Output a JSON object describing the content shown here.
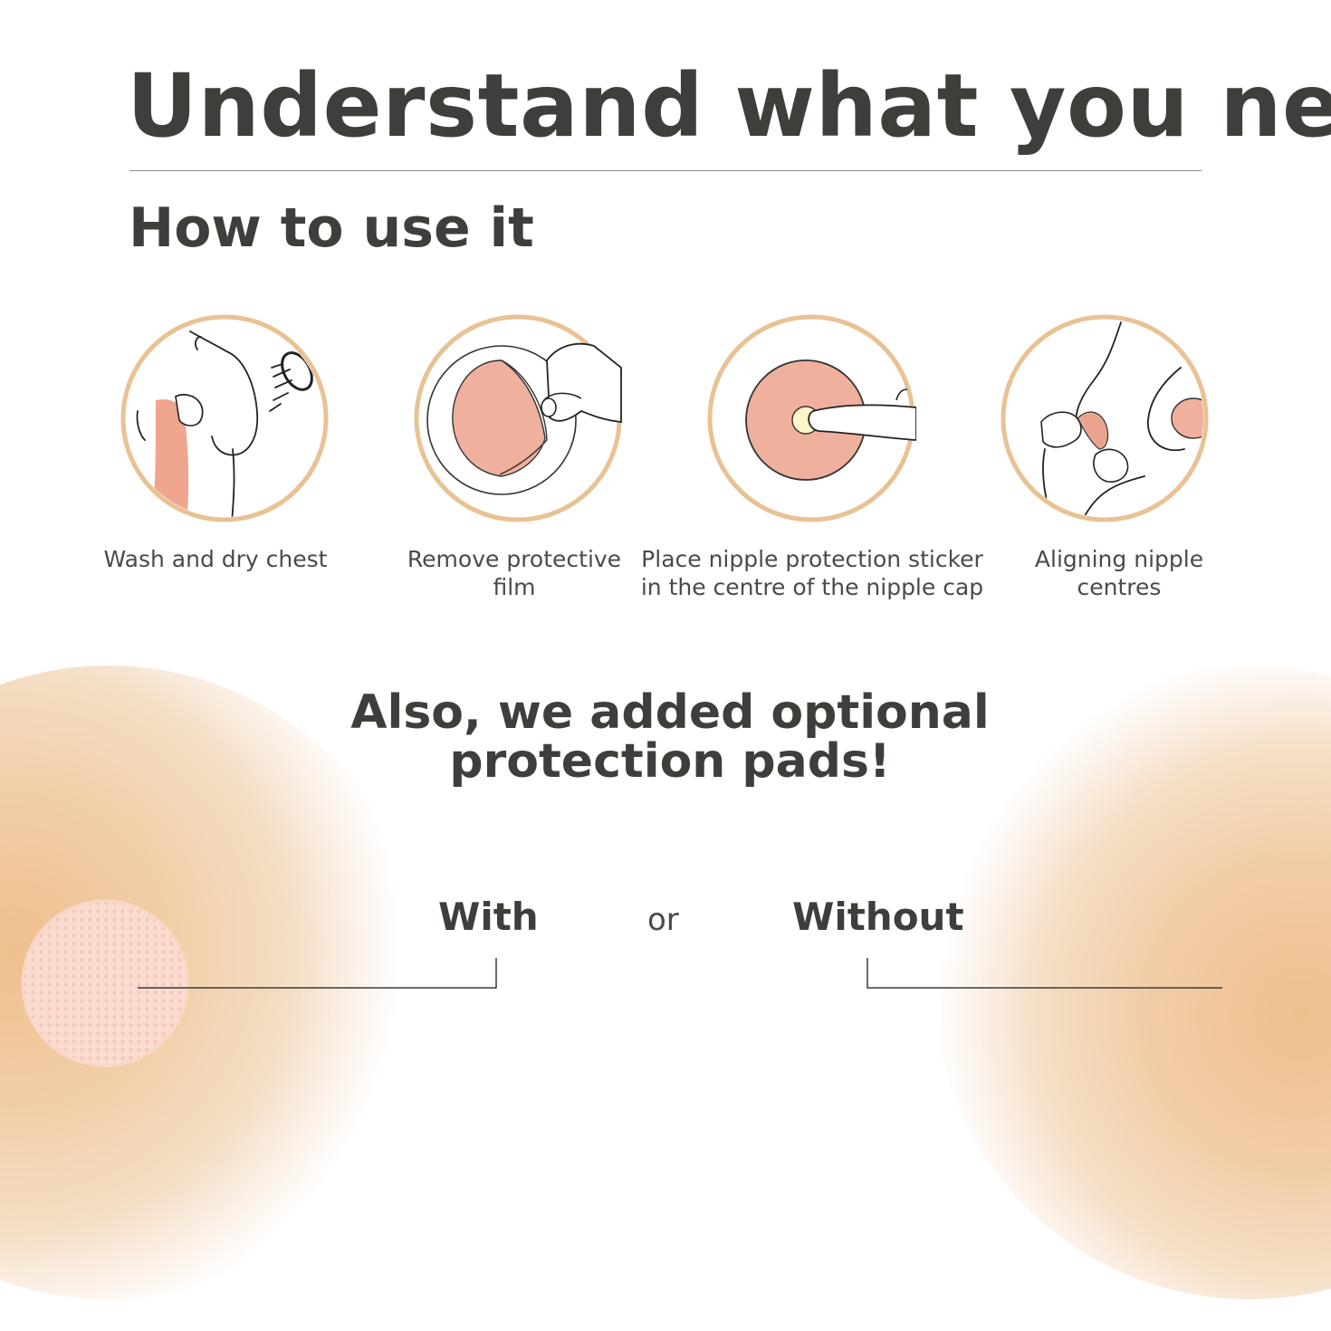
{
  "header": {
    "title": "Understand what you need",
    "subtitle": "How to use it"
  },
  "steps": [
    {
      "icon": "washing-chest-icon",
      "caption": "Wash and dry chest"
    },
    {
      "icon": "peel-film-icon",
      "caption": "Remove protective\nfilm"
    },
    {
      "icon": "place-sticker-icon",
      "caption": "Place nipple protection sticker\nin the centre of the nipple cap"
    },
    {
      "icon": "align-cover-icon",
      "caption": "Aligning nipple\ncentres"
    }
  ],
  "pads_section": {
    "headline": "Also, we added optional\nprotection pads!",
    "option_with": "With",
    "separator": "or",
    "option_without": "Without"
  },
  "colors": {
    "text": "#3e3e3b",
    "ring": "#e9c294",
    "pink": "#efb09e",
    "skin": "#f1cda6"
  }
}
